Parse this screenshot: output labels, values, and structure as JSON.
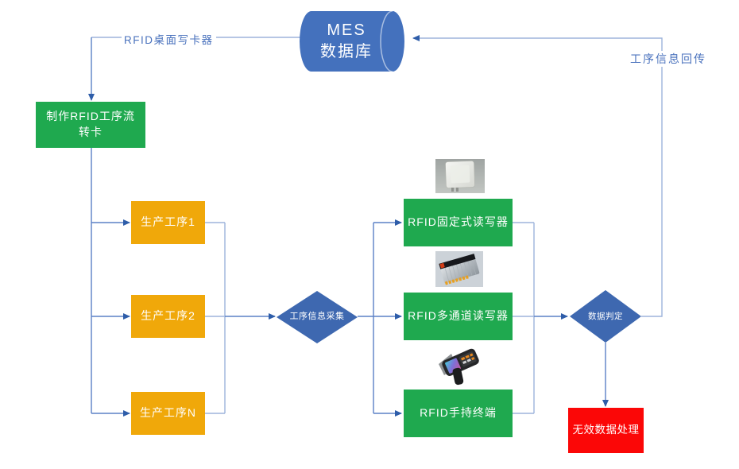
{
  "colors": {
    "node_blue": "#4471bd",
    "diamond_blue": "#3e68b0",
    "green": "#1fa94f",
    "orange": "#f0a80a",
    "red": "#fb0707",
    "line_light": "#9db4dc",
    "line_medium": "#5b81c6",
    "arrow": "#2e5da9",
    "edge_label_text": "#4a72bd"
  },
  "database": {
    "line1": "MES",
    "line2": "数据库"
  },
  "edge_labels": {
    "desktop_writer": "RFID桌面写卡器",
    "info_return": "工序信息回传"
  },
  "nodes": {
    "make_card": {
      "label": "制作RFID工序流转卡"
    },
    "steps": [
      {
        "label": "生产工序1"
      },
      {
        "label": "生产工序2"
      },
      {
        "label": "生产工序N"
      }
    ],
    "collect": {
      "label": "工序信息采集"
    },
    "readers": [
      {
        "label": "RFID固定式读写器",
        "icon": "fixed-rfid-reader-photo"
      },
      {
        "label": "RFID多通道读写器",
        "icon": "multichannel-rfid-reader-photo"
      },
      {
        "label": "RFID手持终端",
        "icon": "handheld-rfid-terminal-photo"
      }
    ],
    "judge": {
      "label": "数据判定"
    },
    "invalid_data": {
      "label": "无效数据处理"
    }
  }
}
